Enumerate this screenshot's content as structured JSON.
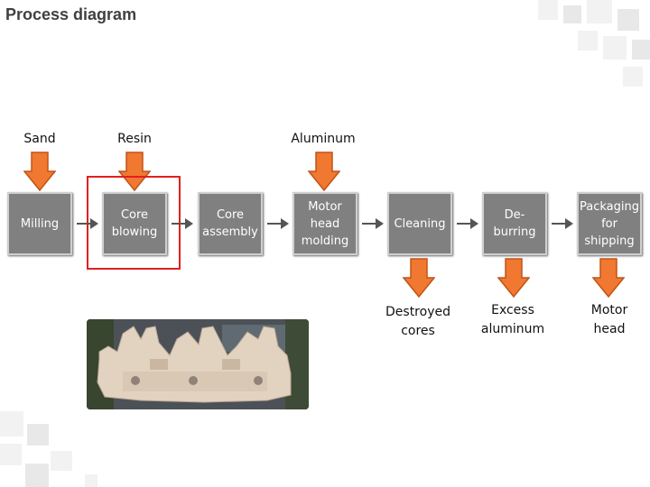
{
  "title": "Process diagram",
  "inputs": {
    "sand": "Sand",
    "resin": "Resin",
    "aluminum": "Aluminum"
  },
  "steps": {
    "milling": "Milling",
    "core_blowing": "Core\nblowing",
    "core_assembly": "Core\nassembly",
    "motor_head_molding": "Motor\nhead\nmolding",
    "cleaning": "Cleaning",
    "deburring": "De-\nburring",
    "packaging": "Packaging\nfor\nshipping"
  },
  "outputs": {
    "destroyed_cores": "Destroyed\ncores",
    "excess_aluminum": "Excess\naluminum",
    "motor_head": "Motor\nhead"
  },
  "colors": {
    "arrow_fill": "#f07830",
    "arrow_stroke": "#c05418",
    "box_fill": "#808080",
    "highlight": "#e02020"
  },
  "photo_icon": "sand-core-photo"
}
